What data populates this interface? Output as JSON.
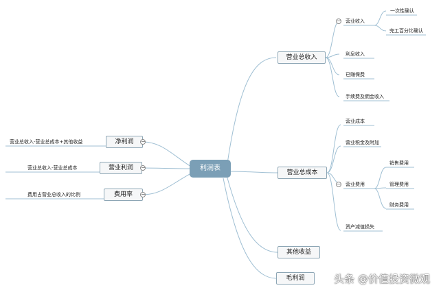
{
  "root": {
    "label": "利润表"
  },
  "right": {
    "revenue": {
      "label": "营业总收入",
      "children": {
        "operating_revenue": {
          "label": "营业收入",
          "children": [
            "一次性确认",
            "完工百分比确认"
          ]
        },
        "interest_income": "利息收入",
        "earned_premium": "已赚保费",
        "fee_commission_income": "手续费及佣金收入"
      }
    },
    "cost": {
      "label": "营业总成本",
      "children": {
        "operating_cost": "营业成本",
        "tax_surcharge": "营业税金及附加",
        "expenses": {
          "label": "营业费用",
          "children": [
            "销售费用",
            "管理费用",
            "财务费用"
          ]
        },
        "impairment": "资产减值损失"
      }
    },
    "other_income": {
      "label": "其他收益"
    },
    "gross_profit": {
      "label": "毛利润"
    }
  },
  "left": {
    "net_profit": {
      "label": "净利润",
      "formula": "营业总收入-营业总成本+其他收益"
    },
    "operating_profit": {
      "label": "营业利润",
      "formula": "营业总收入-营业总成本"
    },
    "expense_ratio": {
      "label": "费用率",
      "formula": "费用占营业总收入的比例"
    }
  },
  "toggle_symbol": "−",
  "watermark": "头条 @价值投资微观"
}
